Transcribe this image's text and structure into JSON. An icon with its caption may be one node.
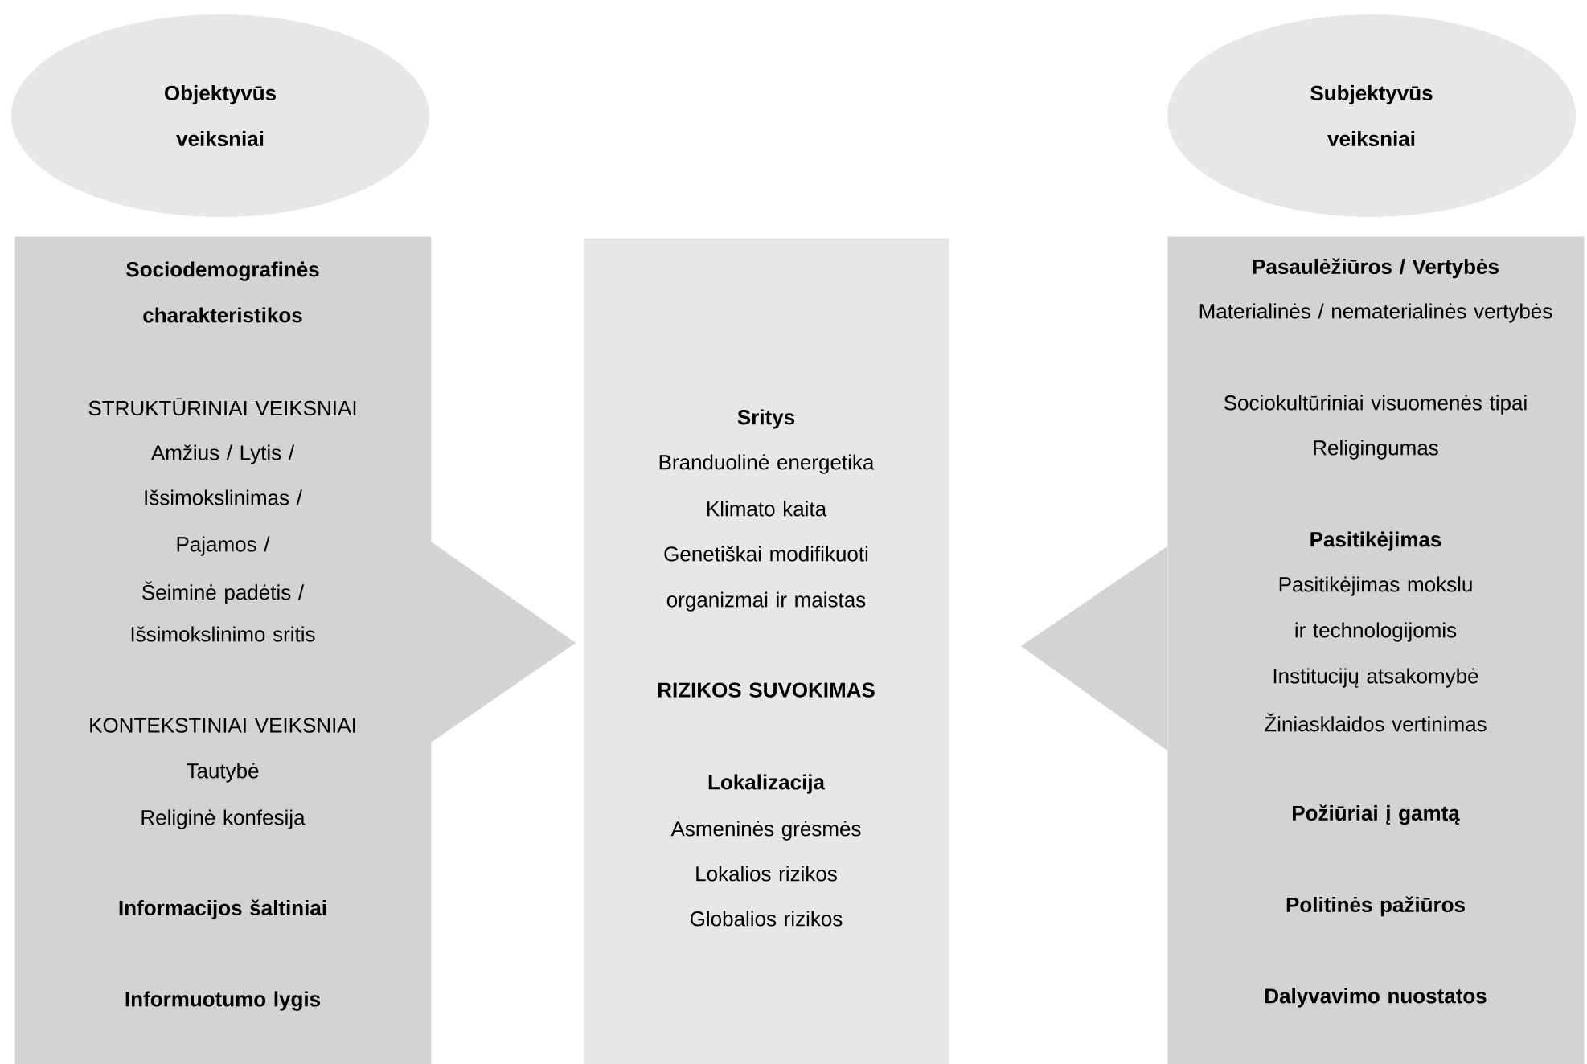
{
  "diagram": {
    "nodes": [
      {
        "text": [
          "Objektyvūs veiksniai"
        ]
      },
      {
        "text": [
          "Subjektyvūs veiksniai"
        ]
      },
      {
        "text": [
          "Sociodemografinės charakteristikos",
          "STRUKTŪRINIAI VEIKSNIAI",
          "Amžius / Lytis /",
          "Išsimokslinimas /",
          "Pajamos /",
          "Šeiminė padėtis /",
          "Išsimokslinimo sritis",
          "KONTEKSTINIAI VEIKSNIAI",
          "Tautybė",
          "Religinė konfesija",
          "Informacijos šaltiniai",
          "Informuotumo lygis"
        ]
      },
      {
        "text": [
          "Sritys",
          "Branduolinė energetika",
          "Klimato kaita",
          "Genetiškai modifikuoti organizmai ir maistas",
          "RIZIKOS SUVOKIMAS",
          "Lokalizacija",
          "Asmeninės grėsmės",
          "Lokalios rizikos",
          "Globalios rizikos"
        ]
      },
      {
        "text": [
          "Pasaulėžiūros / Vertybės",
          "Materialinės / nematerialinės vertybės",
          "Sociokultūriniai visuomenės tipai",
          "Religingumas",
          "Pasitikėjimas",
          "Pasitikėjimas mokslu ir technologijomis",
          "Institucijų atsakomybė",
          "Žiniasklaidos vertinimas",
          "Požiūriai į gamtą",
          "Politinės pažiūros",
          "Dalyvavimo nuostatos"
        ]
      }
    ]
  }
}
